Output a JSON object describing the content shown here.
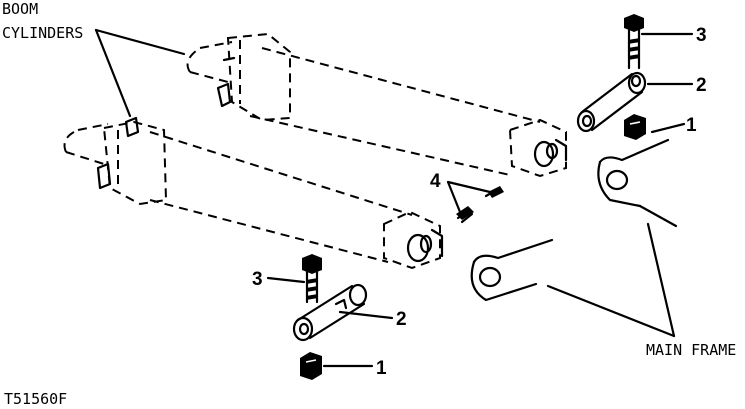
{
  "labels": {
    "boom_line1": "BOOM",
    "boom_line2": "CYLINDERS",
    "main_frame": "MAIN FRAME",
    "figure_id": "T51560F"
  },
  "callouts": {
    "cap_screw": "3",
    "pin": "2",
    "nut": "1",
    "fitting": "4"
  }
}
